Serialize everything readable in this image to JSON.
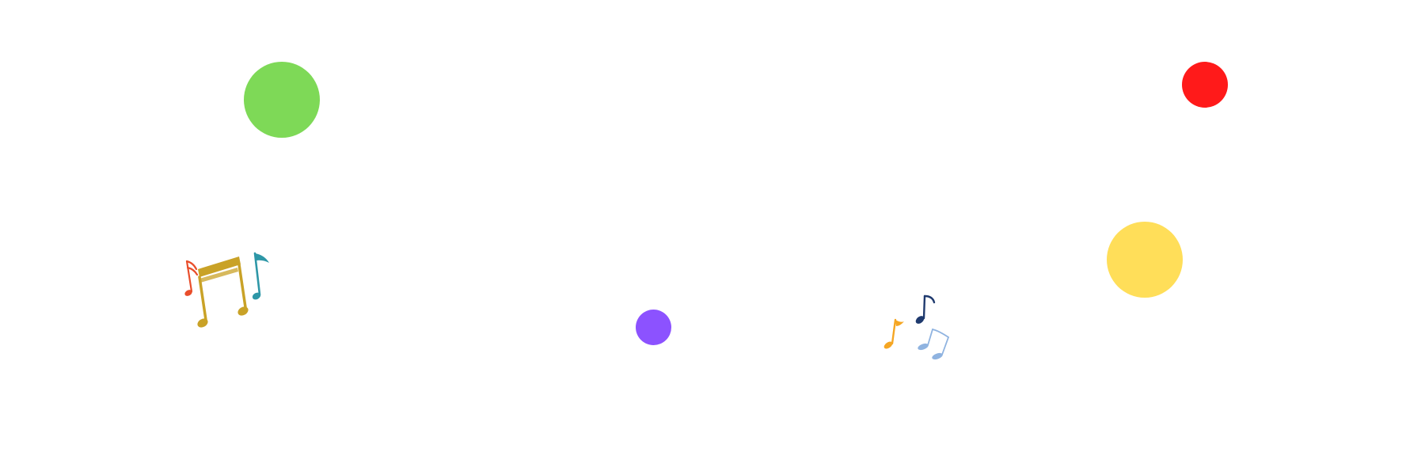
{
  "scene": {
    "background": "#ffffff",
    "dots": [
      {
        "name": "green-dot",
        "color": "#7ed957"
      },
      {
        "name": "red-dot",
        "color": "#ff1a1a"
      },
      {
        "name": "yellow-dot",
        "color": "#ffde59"
      },
      {
        "name": "purple-dot",
        "color": "#8c52ff"
      }
    ],
    "note_clusters": [
      {
        "name": "music-notes-left-icon",
        "colors": {
          "sixteenth": "#e94e2b",
          "beamed": "#c9a227",
          "eighth": "#2e97a7"
        }
      },
      {
        "name": "music-notes-right-icon",
        "colors": {
          "orange": "#f5a623",
          "navy": "#1f3a6e",
          "light": "#8fb3e0"
        }
      }
    ]
  }
}
